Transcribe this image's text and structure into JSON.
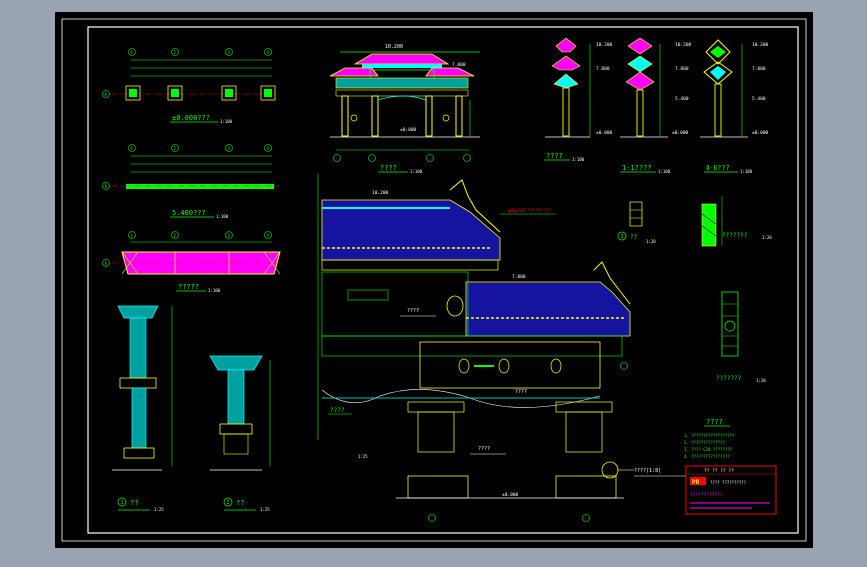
{
  "colors": {
    "viewport_bg": "#9aa3b2",
    "sheet": "#000000",
    "border": "#ffffff",
    "cyan": "#00ffff",
    "green": "#00ff00",
    "yellow": "#ffff00",
    "magenta": "#ff00ff",
    "blue": "#1414a0",
    "red": "#ff0000",
    "white": "#ffffff"
  },
  "elevation_top": {
    "dim_top": "10.200",
    "dim_side": "7.800",
    "dim_base": "±0.000",
    "caption": "????",
    "scale": "1:100"
  },
  "column_elev_1": {
    "dim_top": "10.200",
    "dim_mid": "7.800",
    "dim_base": "±0.000",
    "caption": "????",
    "scale": "1:100"
  },
  "column_elev_2": {
    "dim_top": "10.200",
    "dim_mid": "7.800",
    "dim_low": "5.400",
    "dim_base": "±0.000",
    "caption": "1-1????",
    "scale": "1:100"
  },
  "column_elev_3": {
    "dim_top": "10.200",
    "dim_mid": "7.800",
    "dim_low": "5.400",
    "dim_base": "±0.000",
    "caption": "Ⅱ-Ⅱ???",
    "scale": "1:100"
  },
  "plan_1": {
    "caption": "±0.000???",
    "scale": "1:100",
    "axes": [
      "1",
      "2",
      "3",
      "4"
    ],
    "side_axis": "A"
  },
  "plan_2": {
    "caption": "5.400???",
    "scale": "1:100",
    "axes": [
      "1",
      "2",
      "3",
      "4"
    ],
    "side_axis": "A"
  },
  "plan_3": {
    "caption": "?????",
    "scale": "1:100",
    "axes": [
      "1",
      "2",
      "3",
      "4"
    ],
    "side_axis": "A"
  },
  "detail_1": {
    "caption": "??",
    "scale": "1:25",
    "marker": "1"
  },
  "detail_2": {
    "caption": "??",
    "scale": "1:25",
    "marker": "2"
  },
  "main_section": {
    "dim_top": "10.200",
    "dim_mid": "7.800",
    "dim_base": "±0.000",
    "tag_1": "????",
    "tag_2": "????",
    "tag_3": "????",
    "tag_4": "????(1:8)",
    "label_section": "????",
    "section_scale": "1:25",
    "note_red": "φ8@150??????????"
  },
  "small_detail_1": {
    "caption": "??",
    "scale": "1:20",
    "marker": "3"
  },
  "small_detail_2": {
    "caption": "???????",
    "scale": "1:20"
  },
  "small_detail_3": {
    "caption": "???????",
    "scale": "1:20"
  },
  "notes": {
    "title": "????",
    "lines": [
      "1. ??????????????????",
      "2. ??????????????",
      "3. ???? C20 ????????",
      "4. ????????????????"
    ]
  },
  "title_block": {
    "brand": "PR",
    "row1": "?? ??  ?? ??",
    "row2": "???? ??????????",
    "row3": "????????????"
  }
}
